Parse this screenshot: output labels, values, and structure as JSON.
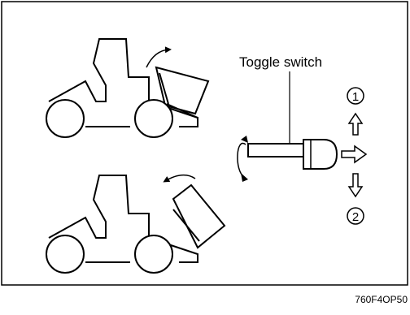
{
  "diagram": {
    "toggle_label": "Toggle switch",
    "position_up": "1",
    "position_down": "2",
    "figure_code": "760F4OP50",
    "top_arrow": "rotate-forward-arrow-icon",
    "bottom_arrow": "rotate-back-arrow-icon"
  }
}
